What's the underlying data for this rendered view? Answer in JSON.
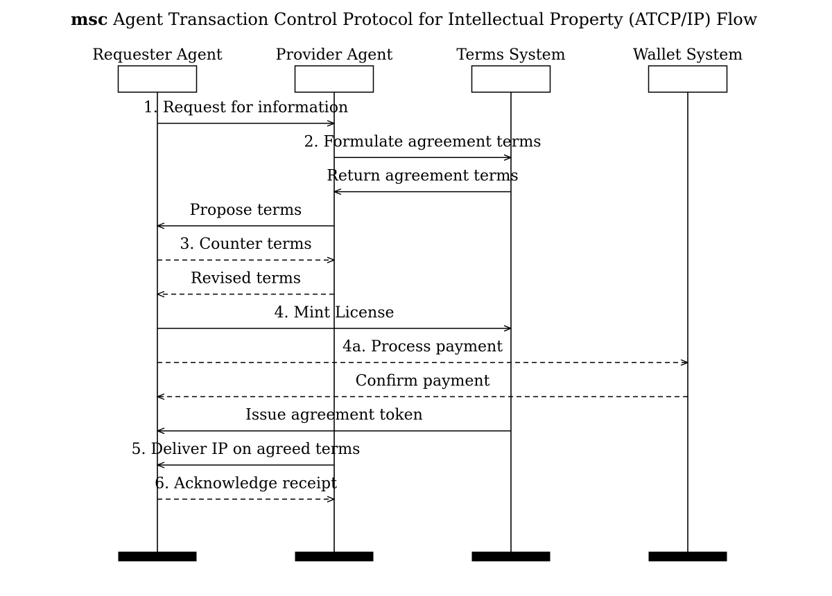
{
  "title": {
    "keyword": "msc",
    "text": "Agent Transaction Control Protocol for Intellectual Property (ATCP/IP) Flow"
  },
  "instances": [
    {
      "id": "requester",
      "name": "Requester Agent"
    },
    {
      "id": "provider",
      "name": "Provider Agent"
    },
    {
      "id": "terms",
      "name": "Terms System"
    },
    {
      "id": "wallet",
      "name": "Wallet System"
    }
  ],
  "messages": [
    {
      "label": "1. Request for information",
      "from": "requester",
      "to": "provider",
      "style": "solid"
    },
    {
      "label": "2. Formulate agreement terms",
      "from": "provider",
      "to": "terms",
      "style": "solid"
    },
    {
      "label": "Return agreement terms",
      "from": "terms",
      "to": "provider",
      "style": "solid"
    },
    {
      "label": "Propose terms",
      "from": "provider",
      "to": "requester",
      "style": "solid"
    },
    {
      "label": "3. Counter terms",
      "from": "requester",
      "to": "provider",
      "style": "dashed"
    },
    {
      "label": "Revised terms",
      "from": "provider",
      "to": "requester",
      "style": "dashed"
    },
    {
      "label": "4. Mint License",
      "from": "requester",
      "to": "terms",
      "style": "solid"
    },
    {
      "label": "4a. Process payment",
      "from": "requester",
      "to": "wallet",
      "style": "dashed"
    },
    {
      "label": "Confirm payment",
      "from": "wallet",
      "to": "requester",
      "style": "dashed"
    },
    {
      "label": "Issue agreement token",
      "from": "terms",
      "to": "requester",
      "style": "solid"
    },
    {
      "label": "5. Deliver IP on agreed terms",
      "from": "provider",
      "to": "requester",
      "style": "solid"
    },
    {
      "label": "6. Acknowledge receipt",
      "from": "requester",
      "to": "provider",
      "style": "dashed"
    }
  ]
}
